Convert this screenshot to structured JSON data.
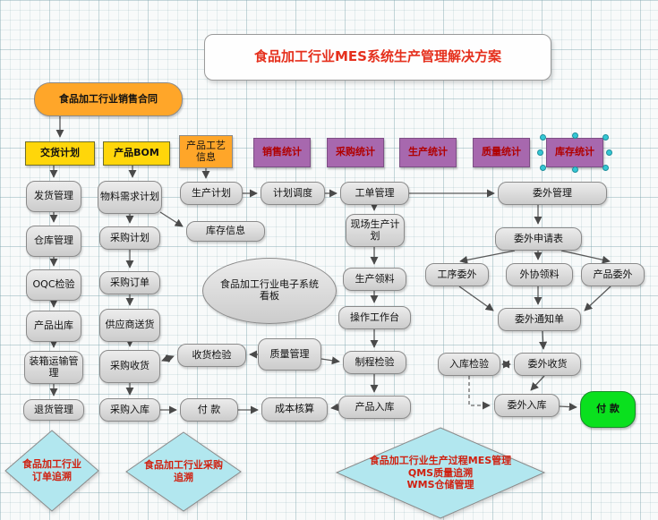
{
  "title": "食品加工行业MES系统生产管理解决方案",
  "colors": {
    "title_text": "#e5301d",
    "yellow": "#ffd60a",
    "orange": "#ffa629",
    "purple": "#a768ae",
    "purple_text": "#b00000",
    "gray": "#d9d9d9",
    "cyan_diamond": "#b2e7ef",
    "green": "#0ae01e",
    "diamond_text": "#d02010"
  },
  "nodes": {
    "sales_contract": "食品加工行业销售合同",
    "delivery_plan": "交货计划",
    "product_bom": "产品BOM",
    "product_process_info": "产品工艺信息",
    "sales_stats": "销售统计",
    "purchase_stats": "采购统计",
    "production_stats": "生产统计",
    "quality_stats": "质量统计",
    "inventory_stats": "库存统计",
    "shipping_mgmt": "发货管理",
    "warehouse_mgmt": "仓库管理",
    "oqc_inspection": "OQC检验",
    "product_outbound": "产品出库",
    "packing_transport_mgmt": "装箱运输管理",
    "return_mgmt": "退货管理",
    "material_requirement_plan": "物料需求计划",
    "purchase_plan": "采购计划",
    "purchase_order": "采购订单",
    "supplier_delivery": "供应商送货",
    "purchase_receiving": "采购收货",
    "purchase_inbound": "采购入库",
    "production_plan": "生产计划",
    "inventory_info": "库存信息",
    "kanban": "食品加工行业电子系统看板",
    "receiving_inspection": "收货检验",
    "payment_left": "付 款",
    "plan_scheduling": "计划调度",
    "quality_mgmt": "质量管理",
    "cost_accounting": "成本核算",
    "work_order_mgmt": "工单管理",
    "onsite_production_plan": "现场生产计划",
    "production_picking": "生产领料",
    "operation_workbench": "操作工作台",
    "process_inspection": "制程检验",
    "product_inbound": "产品入库",
    "outsourcing_mgmt": "委外管理",
    "outsourcing_application": "委外申请表",
    "process_outsourcing": "工序委外",
    "external_picking": "外协领料",
    "product_outsourcing": "产品委外",
    "outsourcing_notice": "委外通知单",
    "inbound_inspection": "入库检验",
    "outsourcing_receiving": "委外收货",
    "outsourcing_inbound": "委外入库",
    "payment_right": "付 款"
  },
  "diamonds": {
    "order_tracing": "食品加工行业订单追溯",
    "purchase_tracing": "食品加工行业采购追溯",
    "mes_line1": "食品加工行业生产过程MES管理",
    "mes_line2": "QMS质量追溯",
    "mes_line3": "WMS仓储管理"
  }
}
